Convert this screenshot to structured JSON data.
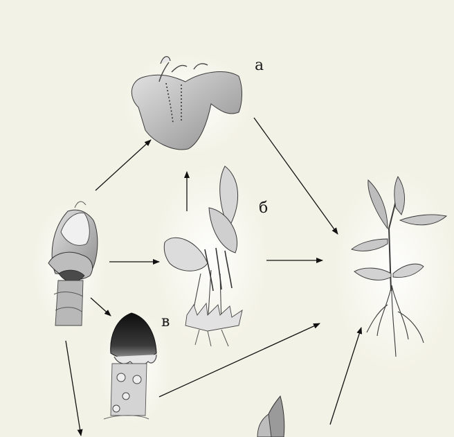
{
  "labels": {
    "a": "а",
    "b": "б",
    "v": "в"
  },
  "colors": {
    "background": "#f3f2e6",
    "pencil": "#3a3a3a",
    "shade": "#8a8a8a",
    "dark": "#1c1c1c",
    "arrow": "#111111"
  },
  "icons": {
    "bud": "flower-bud-illustration",
    "a": "opened-bud-illustration",
    "b": "flowering-plant-illustration",
    "v": "dark-cone-bud-illustration",
    "seedling": "seedling-with-roots-illustration",
    "bottom": "sprout-illustration"
  }
}
